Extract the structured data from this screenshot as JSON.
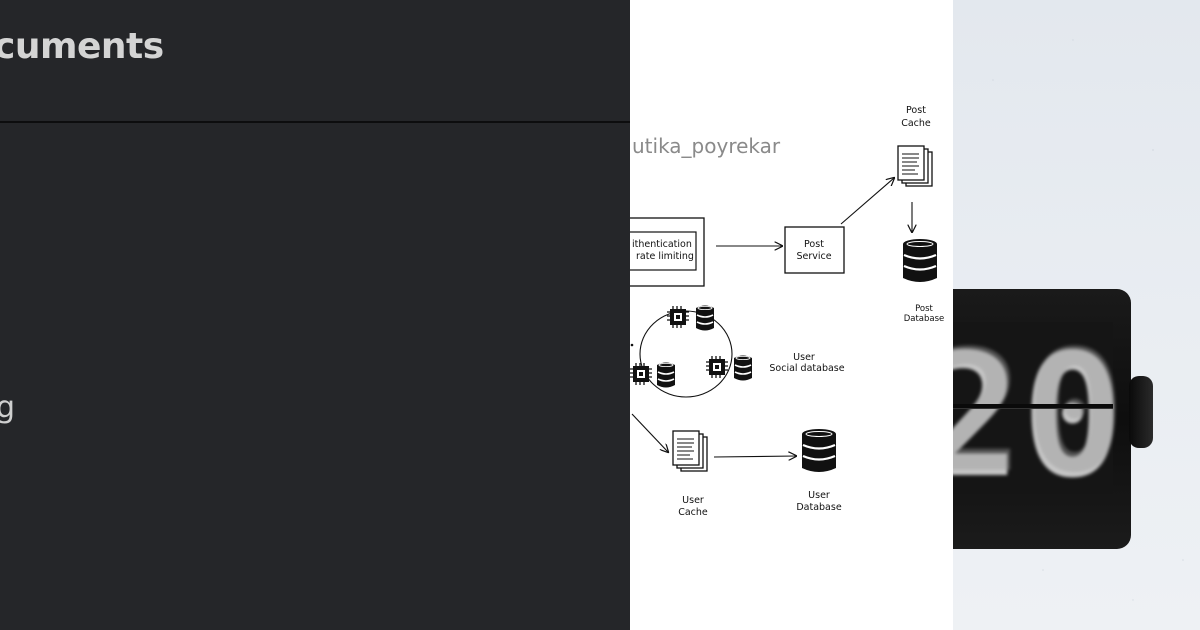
{
  "left_panel": {
    "title": "cuments",
    "fragment": "g"
  },
  "diagram": {
    "watermark": "utika_poyrekar",
    "auth_box": {
      "line1": "ithentication",
      "line2": "rate limiting"
    },
    "post_service": {
      "line1": "Post",
      "line2": "Service"
    },
    "post_cache": {
      "line1": "Post",
      "line2": "Cache"
    },
    "post_database": {
      "line1": "Post",
      "line2": "Database"
    },
    "user_social_database": {
      "line1": "User",
      "line2": "Social database"
    },
    "user_cache": {
      "line1": "User",
      "line2": "Cache"
    },
    "user_database": {
      "line1": "User",
      "line2": "Database"
    }
  },
  "photo": {
    "subject": "flip-clock",
    "digits": "20"
  }
}
